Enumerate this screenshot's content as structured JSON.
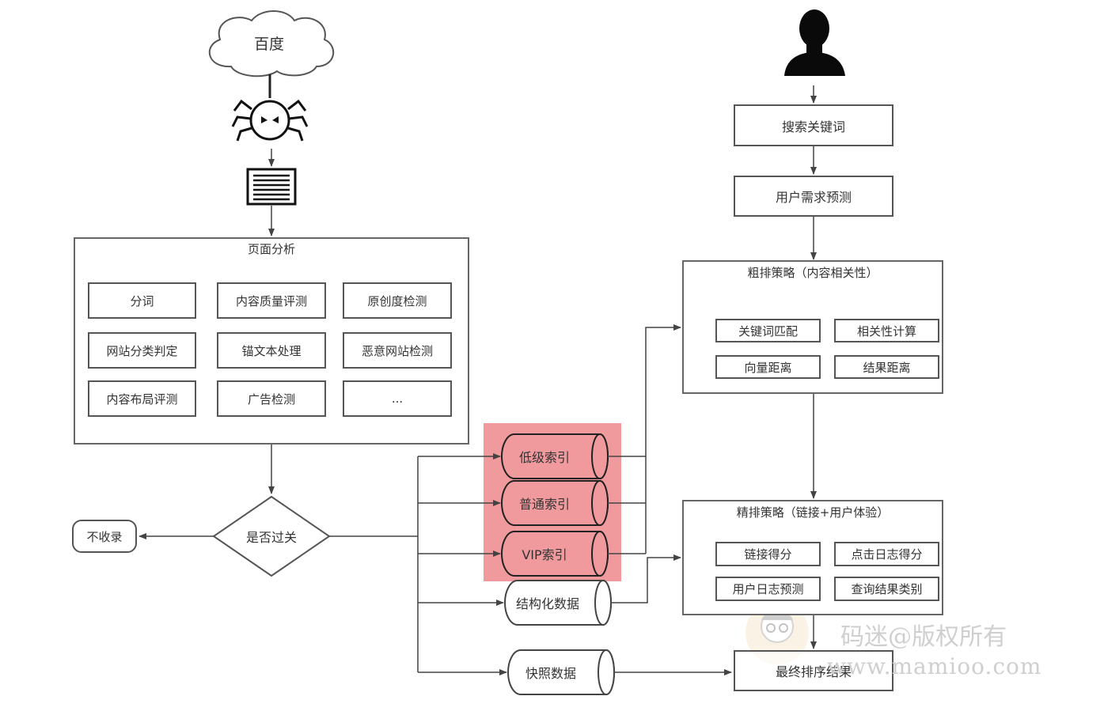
{
  "crawler": {
    "cloud_label": "百度",
    "page_analysis_title": "页面分析",
    "analysis_items": [
      "分词",
      "内容质量评测",
      "原创度检测",
      "网站分类判定",
      "锚文本处理",
      "恶意网站检测",
      "内容布局评测",
      "广告检测",
      "..."
    ],
    "decision_label": "是否过关",
    "reject_label": "不收录"
  },
  "indexes": {
    "low": "低级索引",
    "normal": "普通索引",
    "vip": "VIP索引",
    "structured": "结构化数据",
    "snapshot": "快照数据"
  },
  "user_flow": {
    "search_keywords": "搜索关键词",
    "demand_prediction": "用户需求预测",
    "coarse_title": "粗排策略（内容相关性）",
    "coarse_items": [
      "关键词匹配",
      "相关性计算",
      "向量距离",
      "结果距离"
    ],
    "fine_title": "精排策略（链接+用户体验）",
    "fine_items": [
      "链接得分",
      "点击日志得分",
      "用户日志预测",
      "查询结果类别"
    ],
    "final_result": "最终排序结果"
  },
  "watermark": {
    "line1": "码迷@版权所有",
    "line2": "www.mamioo.com"
  },
  "colors": {
    "highlight": "#f19a9e",
    "stroke": "#444444"
  }
}
